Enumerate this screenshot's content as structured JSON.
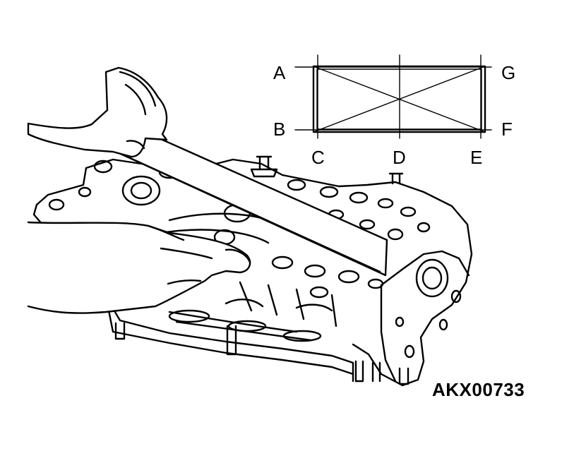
{
  "diagram": {
    "points": [
      "A",
      "B",
      "C",
      "D",
      "E",
      "F",
      "G"
    ],
    "figure_code": "AKX00733"
  }
}
